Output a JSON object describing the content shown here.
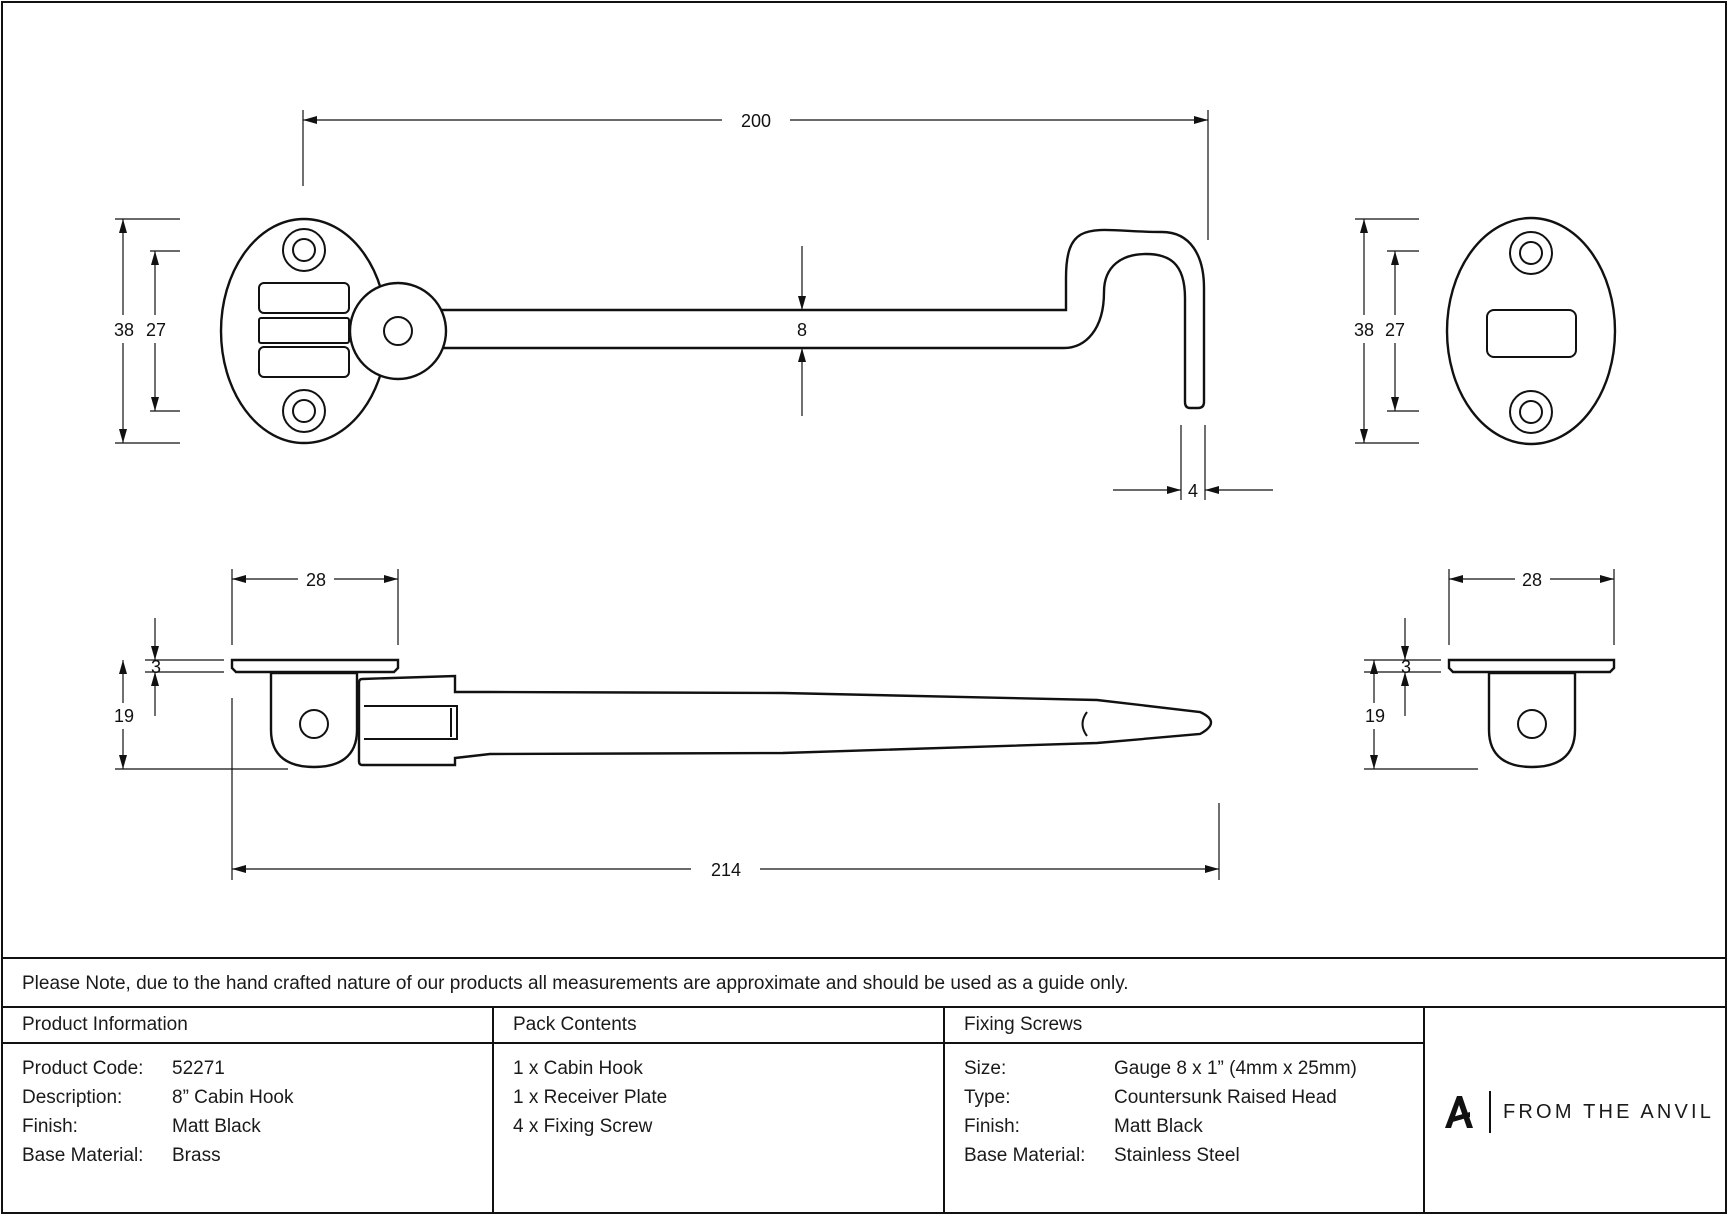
{
  "dimensions": {
    "overall_length_top": "200",
    "plate_height_left": "38",
    "hole_spacing_left": "27",
    "rod_thickness": "8",
    "hook_tip_width": "4",
    "plate_height_right": "38",
    "hole_spacing_right": "27",
    "plate_width_left": "28",
    "plate_thickness_left": "3",
    "side_height_left": "19",
    "overall_length_bottom": "214",
    "plate_width_right": "28",
    "plate_thickness_right": "3",
    "side_height_right": "19"
  },
  "note": "Please Note, due to the hand crafted nature of our products all measurements are approximate and should be used as a guide only.",
  "product_information": {
    "heading": "Product Information",
    "rows": [
      {
        "label": "Product Code:",
        "value": "52271"
      },
      {
        "label": "Description:",
        "value": "8” Cabin Hook"
      },
      {
        "label": "Finish:",
        "value": "Matt Black"
      },
      {
        "label": "Base Material:",
        "value": "Brass"
      }
    ]
  },
  "pack_contents": {
    "heading": "Pack Contents",
    "items": [
      "1 x Cabin Hook",
      "1 x Receiver Plate",
      "4 x Fixing Screw"
    ]
  },
  "fixing_screws": {
    "heading": "Fixing Screws",
    "rows": [
      {
        "label": "Size:",
        "value": "Gauge 8 x 1” (4mm x 25mm)"
      },
      {
        "label": "Type:",
        "value": "Countersunk Raised Head"
      },
      {
        "label": "Finish:",
        "value": "Matt Black"
      },
      {
        "label": "Base Material:",
        "value": "Stainless Steel"
      }
    ]
  },
  "brand": {
    "name": "FROM THE ANVIL",
    "logo_icon": "anvil-a-logo-icon"
  }
}
